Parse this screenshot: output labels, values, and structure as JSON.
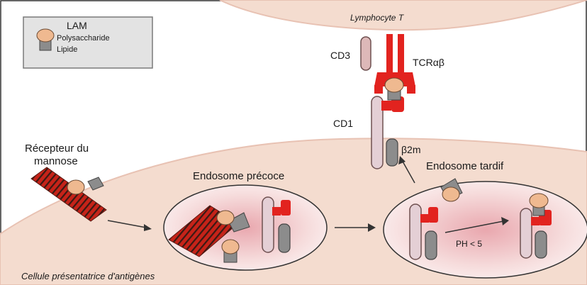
{
  "legend": {
    "title": "LAM",
    "polysaccharide": "Polysaccharide",
    "lipide": "Lipide"
  },
  "labels": {
    "lymphocyte": "Lymphocyte T",
    "cd3": "CD3",
    "tcr": "TCRαβ",
    "cd1": "CD1",
    "b2m": "β2m",
    "recepteur_line1": "Récepteur du",
    "recepteur_line2": "mannose",
    "endosome_precoce": "Endosome précoce",
    "endosome_tardif": "Endosome tardif",
    "ph": "PH < 5",
    "cpa": "Cellule présentatrice d'antigènes"
  },
  "colors": {
    "cell_fill": "#f4dccf",
    "cell_edge": "#e8c2b3",
    "red": "#e2231f",
    "stripe_red": "#c62319",
    "polysaccharide": "#efb990",
    "lipide": "#8c8c8c",
    "cd1": "#e4cfd5",
    "cd3": "#ddb8b8"
  }
}
